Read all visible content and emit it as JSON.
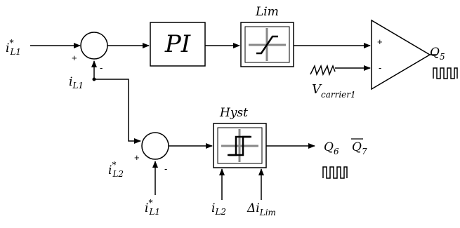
{
  "blocks": {
    "pi": "PI",
    "lim": "Lim",
    "hyst": "Hyst"
  },
  "signals": {
    "il1_ref": {
      "base": "i",
      "sup": "*",
      "sub": "L1"
    },
    "il1_fb": {
      "base": "i",
      "sub": "L1"
    },
    "il2_ref": {
      "base": "i",
      "sup": "*",
      "sub": "L2"
    },
    "il1_ref_bottom": {
      "base": "i",
      "sup": "*",
      "sub": "L1"
    },
    "il2_meas": {
      "base": "i",
      "sub": "L2"
    },
    "delta_ilim": {
      "base": "Δi",
      "sub": "Lim"
    },
    "vcarrier": {
      "base": "V",
      "sub": "carrier1"
    },
    "q5": {
      "base": "Q",
      "sub": "5"
    },
    "q6": {
      "base": "Q",
      "sub": "6"
    },
    "q7": {
      "base": "Q",
      "sub": "7"
    }
  },
  "signs": {
    "sum1_plus": "+",
    "sum1_minus": "-",
    "sum2_plus": "+",
    "sum2_minus": "-",
    "comp_plus": "+",
    "comp_minus": "-"
  }
}
